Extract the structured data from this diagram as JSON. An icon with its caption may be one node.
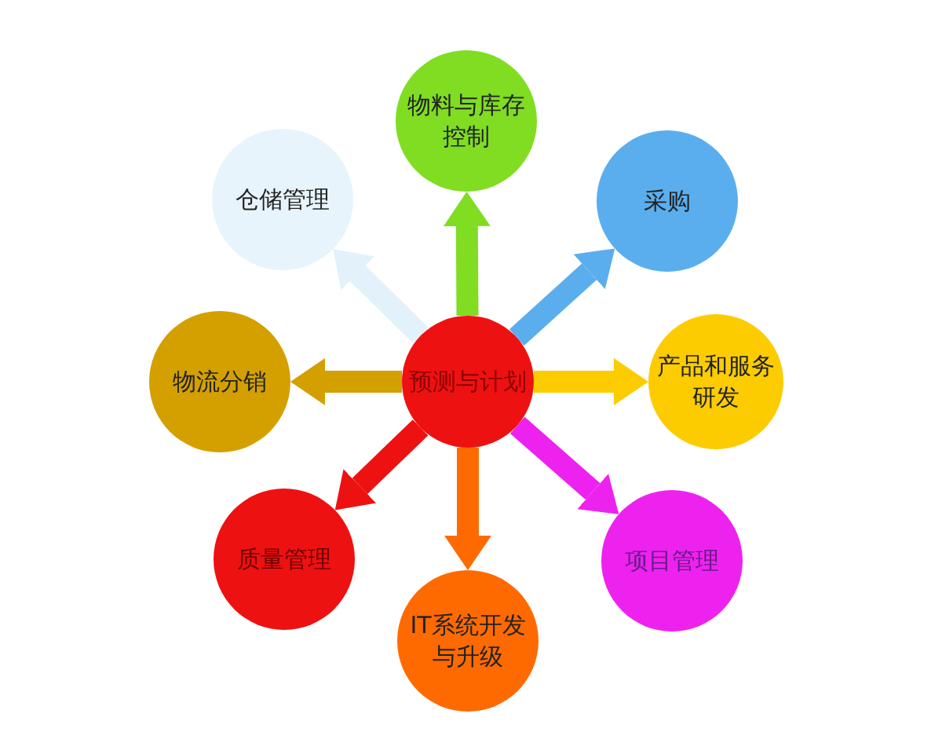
{
  "diagram": {
    "nodes": [
      {
        "text": [
          "预测与计划"
        ]
      },
      {
        "text": [
          "物料与库存控制"
        ]
      },
      {
        "text": [
          "采购"
        ]
      },
      {
        "text": [
          "产品和服务研发"
        ]
      },
      {
        "text": [
          "项目管理"
        ]
      },
      {
        "text": [
          "IT系统开发与升级"
        ]
      },
      {
        "text": [
          "质量管理"
        ]
      },
      {
        "text": [
          "物流分销"
        ]
      },
      {
        "text": [
          "仓储管理"
        ]
      }
    ],
    "edges": [
      {
        "from": 0,
        "to": 1,
        "arrow": "to",
        "color": "#80dd22"
      },
      {
        "from": 0,
        "to": 2,
        "arrow": "to",
        "color": "#5aaeee"
      },
      {
        "from": 0,
        "to": 3,
        "arrow": "to",
        "color": "#fccc00"
      },
      {
        "from": 0,
        "to": 4,
        "arrow": "to",
        "color": "#ee22ee"
      },
      {
        "from": 0,
        "to": 5,
        "arrow": "to",
        "color": "#ff6a00"
      },
      {
        "from": 0,
        "to": 6,
        "arrow": "to",
        "color": "#ee1111"
      },
      {
        "from": 0,
        "to": 7,
        "arrow": "to",
        "color": "#d4a000"
      },
      {
        "from": 0,
        "to": 8,
        "arrow": "to",
        "color": "#e2f1fa"
      }
    ]
  }
}
